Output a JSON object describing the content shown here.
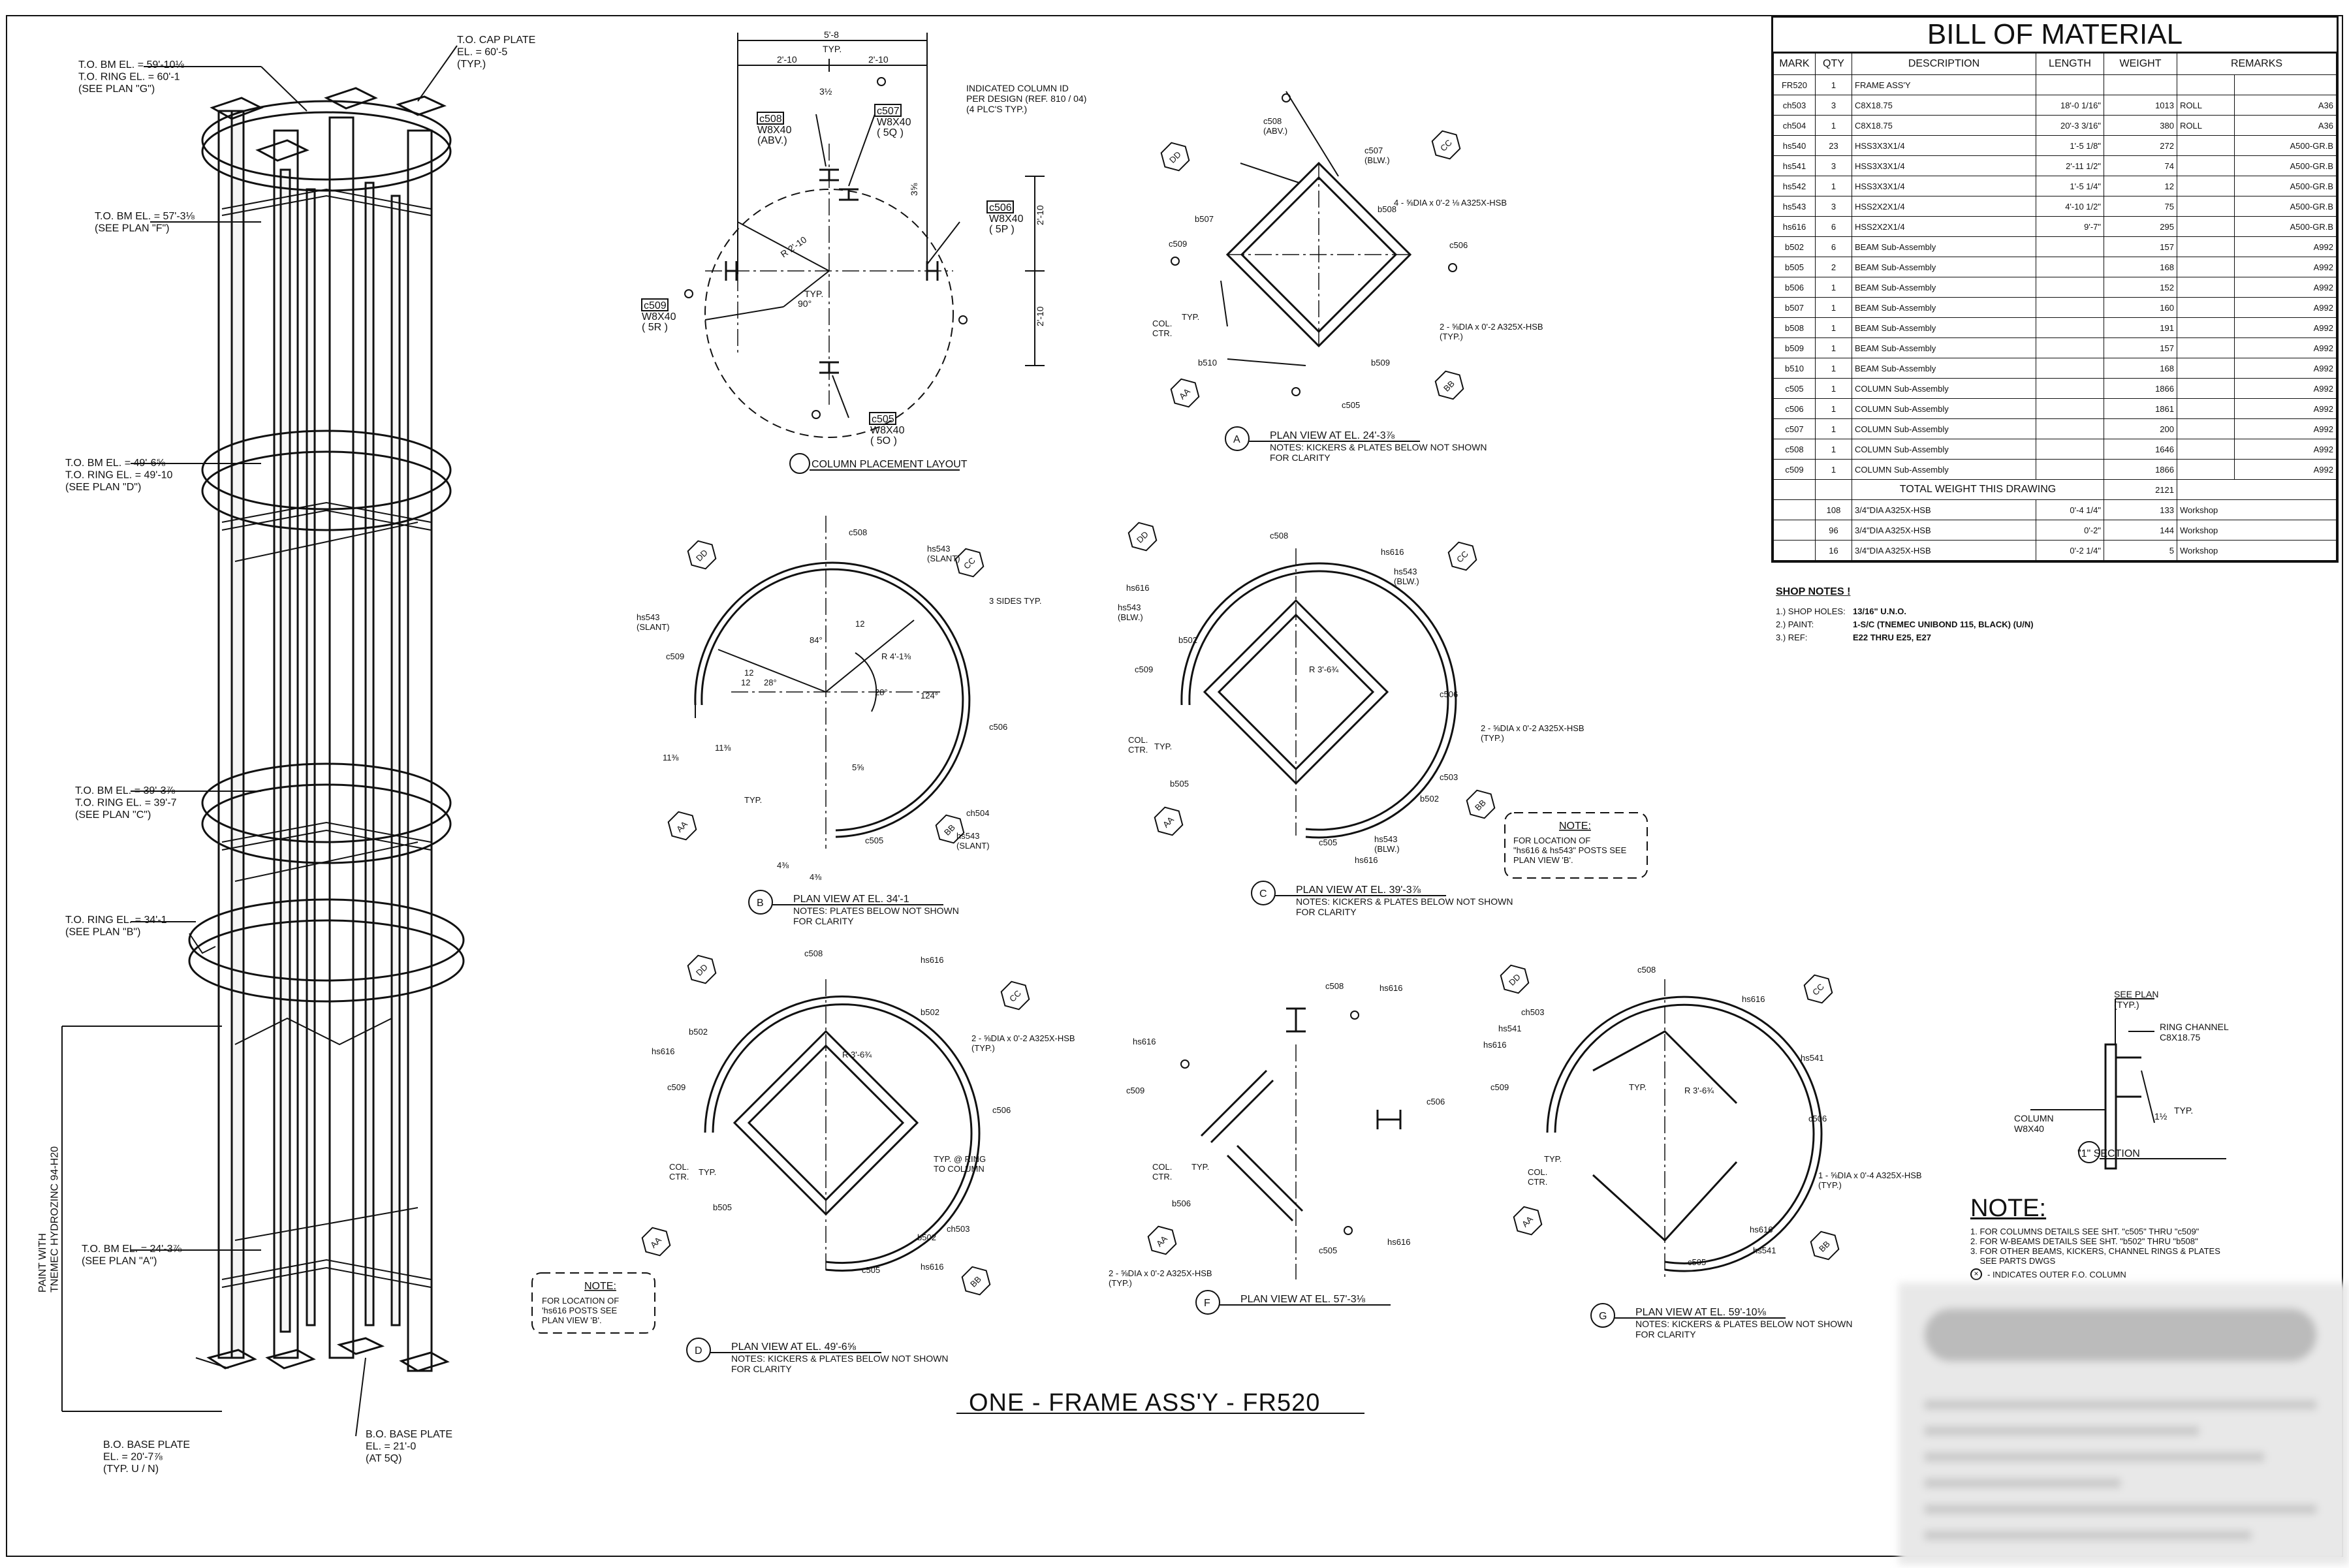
{
  "sheet": {
    "main_title": "ONE - FRAME ASS'Y - FR520"
  },
  "elevation": {
    "labels": [
      {
        "id": "cap",
        "text": "T.O. CAP PLATE\nEL. = 60'-5\n(TYP.)"
      },
      {
        "id": "bm_g",
        "text": "T.O. BM EL. = 59'-10⅛\nT.O. RING EL. = 60'-1\n(SEE PLAN \"G\")"
      },
      {
        "id": "bm_f",
        "text": "T.O. BM EL. = 57'-3⅛\n(SEE PLAN \"F\")"
      },
      {
        "id": "bm_d",
        "text": "T.O. BM EL. = 49'-6⅝\nT.O. RING EL. = 49'-10\n(SEE PLAN \"D\")"
      },
      {
        "id": "bm_c",
        "text": "T.O. BM EL. = 39'-3⅞\nT.O. RING EL. = 39'-7\n(SEE PLAN \"C\")"
      },
      {
        "id": "ring_b",
        "text": "T.O. RING EL. = 34'-1\n(SEE PLAN \"B\")"
      },
      {
        "id": "bm_a",
        "text": "T.O. BM EL. = 24'-3⅞\n(SEE PLAN \"A\")"
      },
      {
        "id": "base",
        "text": "B.O. BASE PLATE\nEL. = 20'-7⅞\n(TYP. U / N)"
      },
      {
        "id": "bo_base",
        "text": "B.O. BASE PLATE\nEL. = 21'-0\n(AT 5Q)"
      },
      {
        "id": "paint",
        "text": "PAINT WITH\nTNEMEC HYDROZINC 94-H20"
      }
    ]
  },
  "column_layout": {
    "caption": "COLUMN PLACEMENT LAYOUT",
    "dims": [
      "5'-8",
      "TYP.",
      "2'-10",
      "2'-10",
      "2'-10",
      "2'-10",
      "R 2'-10",
      "TYP.",
      "90°",
      "3½",
      "3⅝"
    ],
    "note": "INDICATED COLUMN ID\nPER DESIGN (REF. 810 / 04)\n(4 PLC'S TYP.)",
    "columns": [
      {
        "tag": "c508",
        "size": "W8X40",
        "loc": "(ABV.)"
      },
      {
        "tag": "c507",
        "size": "W8X40",
        "loc": "( 5Q )"
      },
      {
        "tag": "c506",
        "size": "W8X40",
        "loc": "( 5P )"
      },
      {
        "tag": "c509",
        "size": "W8X40",
        "loc": "( 5R )"
      },
      {
        "tag": "c505",
        "size": "W8X40",
        "loc": "( 5O )"
      }
    ]
  },
  "plans": [
    {
      "letter": "A",
      "title": "PLAN VIEW AT EL. 24'-3⅞",
      "notes": "NOTES: KICKERS & PLATES BELOW NOT SHOWN\nFOR CLARITY",
      "labels": [
        "c508\n(ABV.)",
        "c507\n(BLW.)",
        "b508",
        "b507",
        "c509",
        "c506",
        "b510",
        "b509",
        "c505",
        "COL.\nCTR.",
        "TYP.",
        "4 - ⅝DIA x 0'-2 ⅛ A325X-HSB",
        "2 - ⅝DIA x 0'-2 A325X-HSB\n(TYP.)"
      ]
    },
    {
      "letter": "B",
      "title": "PLAN VIEW AT EL. 34'-1",
      "notes": "NOTES: PLATES BELOW NOT SHOWN\nFOR CLARITY",
      "labels": [
        "c508",
        "hs543\n(SLANT)",
        "hs543\n(SLANT)",
        "3 SIDES TYP.",
        "c509",
        "c506",
        "c505",
        "ch504",
        "hs543\n(SLANT)",
        "R 4'-1⅜",
        "84°",
        "12",
        "12",
        "12",
        "28°",
        "28°",
        "124°",
        "TYP.",
        "11⅜",
        "4⅜",
        "4⅜",
        "11⅜",
        "5⅝"
      ]
    },
    {
      "letter": "C",
      "title": "PLAN VIEW AT EL. 39'-3⅞",
      "notes": "NOTES: KICKERS & PLATES BELOW NOT SHOWN\nFOR CLARITY",
      "labels": [
        "c508",
        "hs616",
        "hs543\n(BLW.)",
        "hs616",
        "hs543\n(BLW.)",
        "b502",
        "c509",
        "c506",
        "b505",
        "c503",
        "b502",
        "c505",
        "hs543\n(BLW.)",
        "hs616",
        "COL.\nCTR.",
        "TYP.",
        "R 3'-6¾",
        "2 - ⅝DIA x 0'-2 A325X-HSB\n(TYP.)"
      ]
    },
    {
      "letter": "D",
      "title": "PLAN VIEW AT EL. 49'-6⅝",
      "notes": "NOTES: KICKERS & PLATES BELOW NOT SHOWN\nFOR CLARITY",
      "labels": [
        "c508",
        "hs616",
        "b502",
        "b502",
        "hs616",
        "c509",
        "c506",
        "b505",
        "ch503",
        "b502",
        "c505",
        "hs616",
        "R 3'-6¾",
        "COL.\nCTR.",
        "TYP.",
        "TYP. @ RING\nTO COLUMN",
        "2 - ⅝DIA x 0'-2 A325X-HSB\n(TYP.)"
      ]
    },
    {
      "letter": "F",
      "title": "PLAN VIEW AT EL. 57'-3⅛",
      "notes": "",
      "labels": [
        "c508",
        "hs616",
        "hs616",
        "c509",
        "c506",
        "b506",
        "c505",
        "hs616",
        "COL.\nCTR.",
        "TYP.",
        "2 - ⅝DIA x 0'-2 A325X-HSB\n(TYP.)"
      ]
    },
    {
      "letter": "G",
      "title": "PLAN VIEW AT EL. 59'-10⅛",
      "notes": "NOTES: KICKERS & PLATES BELOW NOT SHOWN\nFOR CLARITY",
      "labels": [
        "c508",
        "hs616",
        "ch503",
        "hs541",
        "hs616",
        "hs541",
        "c509",
        "c506",
        "hs616",
        "hs541",
        "c505",
        "R 3'-6¾",
        "TYP.",
        "COL.\nCTR.",
        "TYP.",
        "1 - ⅝DIA x 0'-4 A325X-HSB\n(TYP.)"
      ]
    }
  ],
  "section": {
    "title": "\"1\" SECTION",
    "labels": [
      "SEE PLAN\n(TYP.)",
      "RING CHANNEL\nC8X18.75",
      "COLUMN\nW8X40",
      "TYP.",
      "1½"
    ]
  },
  "notes_boxes": [
    {
      "id": "note_c",
      "head": "NOTE:",
      "text": "FOR LOCATION OF\n\"hs616 & hs543\" POSTS SEE\nPLAN VIEW 'B'."
    },
    {
      "id": "note_d",
      "head": "NOTE:",
      "text": "FOR LOCATION OF\n'hs616 POSTS SEE\nPLAN VIEW 'B'."
    }
  ],
  "section_markers": [
    "AA",
    "BB",
    "CC",
    "DD"
  ],
  "bom": {
    "title": "BILL OF MATERIAL",
    "columns": [
      "MARK",
      "QTY",
      "DESCRIPTION",
      "LENGTH",
      "WEIGHT",
      "REMARKS"
    ],
    "rows": [
      [
        "FR520",
        "1",
        "FRAME ASS'Y",
        "",
        "",
        ""
      ],
      [
        "ch503",
        "3",
        "C8X18.75",
        "18'-0 1/16\"",
        "1013",
        "ROLL",
        "A36"
      ],
      [
        "ch504",
        "1",
        "C8X18.75",
        "20'-3 3/16\"",
        "380",
        "ROLL",
        "A36"
      ],
      [
        "hs540",
        "23",
        "HSS3X3X1/4",
        "1'-5 1/8\"",
        "272",
        "",
        "A500-GR.B"
      ],
      [
        "hs541",
        "3",
        "HSS3X3X1/4",
        "2'-11 1/2\"",
        "74",
        "",
        "A500-GR.B"
      ],
      [
        "hs542",
        "1",
        "HSS3X3X1/4",
        "1'-5 1/4\"",
        "12",
        "",
        "A500-GR.B"
      ],
      [
        "hs543",
        "3",
        "HSS2X2X1/4",
        "4'-10 1/2\"",
        "75",
        "",
        "A500-GR.B"
      ],
      [
        "hs616",
        "6",
        "HSS2X2X1/4",
        "9'-7\"",
        "295",
        "",
        "A500-GR.B"
      ],
      [
        "b502",
        "6",
        "BEAM  Sub-Assembly",
        "",
        "157",
        "",
        "A992"
      ],
      [
        "b505",
        "2",
        "BEAM  Sub-Assembly",
        "",
        "168",
        "",
        "A992"
      ],
      [
        "b506",
        "1",
        "BEAM  Sub-Assembly",
        "",
        "152",
        "",
        "A992"
      ],
      [
        "b507",
        "1",
        "BEAM  Sub-Assembly",
        "",
        "160",
        "",
        "A992"
      ],
      [
        "b508",
        "1",
        "BEAM  Sub-Assembly",
        "",
        "191",
        "",
        "A992"
      ],
      [
        "b509",
        "1",
        "BEAM  Sub-Assembly",
        "",
        "157",
        "",
        "A992"
      ],
      [
        "b510",
        "1",
        "BEAM  Sub-Assembly",
        "",
        "168",
        "",
        "A992"
      ],
      [
        "c505",
        "1",
        "COLUMN  Sub-Assembly",
        "",
        "1866",
        "",
        "A992"
      ],
      [
        "c506",
        "1",
        "COLUMN  Sub-Assembly",
        "",
        "1861",
        "",
        "A992"
      ],
      [
        "c507",
        "1",
        "COLUMN  Sub-Assembly",
        "",
        "200",
        "",
        "A992"
      ],
      [
        "c508",
        "1",
        "COLUMN  Sub-Assembly",
        "",
        "1646",
        "",
        "A992"
      ],
      [
        "c509",
        "1",
        "COLUMN  Sub-Assembly",
        "",
        "1866",
        "",
        "A992"
      ]
    ],
    "total_label": "TOTAL WEIGHT THIS DRAWING",
    "total_value": "2121",
    "bolt_rows": [
      [
        "",
        "108",
        "3/4\"DIA A325X-HSB",
        "0'-4 1/4\"",
        "133",
        "Workshop"
      ],
      [
        "",
        "96",
        "3/4\"DIA A325X-HSB",
        "0'-2\"",
        "144",
        "Workshop"
      ],
      [
        "",
        "16",
        "3/4\"DIA A325X-HSB",
        "0'-2 1/4\"",
        "5",
        "Workshop"
      ]
    ]
  },
  "shop_notes": {
    "title": "SHOP NOTES !",
    "items": [
      {
        "k": "1.) SHOP HOLES:",
        "v": "13/16\" U.N.O."
      },
      {
        "k": "2.) PAINT:",
        "v": "1-S/C (TNEMEC UNIBOND 115, BLACK) (U/N)"
      },
      {
        "k": "3.) REF:",
        "v": "E22 THRU E25, E27"
      }
    ]
  },
  "general_notes": {
    "title": "NOTE:",
    "items": [
      "1. FOR COLUMNS DETAILS SEE SHT. \"c505\" THRU \"c509\"",
      "2. FOR W-BEAMS DETAILS SEE SHT. \"b502\" THRU \"b508\"",
      "3. FOR OTHER BEAMS, KICKERS, CHANNEL RINGS & PLATES\n    SEE PARTS DWGS",
      "- INDICATES OUTER F.O. COLUMN"
    ]
  }
}
